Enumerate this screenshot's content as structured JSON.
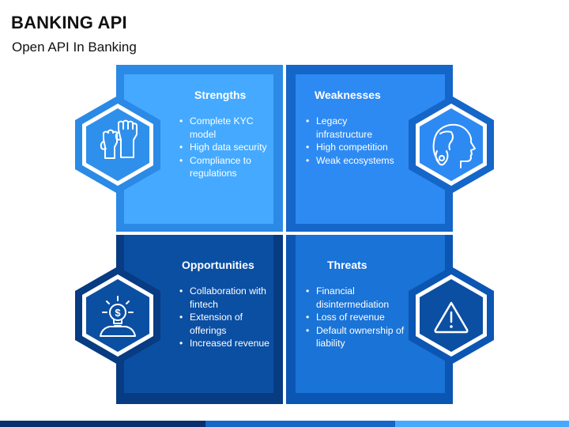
{
  "header": {
    "title": "BANKING API",
    "subtitle": "Open API In Banking"
  },
  "quadrants": {
    "strengths": {
      "heading": "Strengths",
      "items": [
        "Complete KYC model",
        "High data security",
        "Compliance to regulations"
      ],
      "icon": "raised-fists-icon"
    },
    "weaknesses": {
      "heading": "Weaknesses",
      "items": [
        "Legacy infrastructure",
        "High competition",
        "Weak ecosystems"
      ],
      "icon": "head-profile-icon"
    },
    "opportunities": {
      "heading": "Opportunities",
      "items": [
        "Collaboration with fintech",
        "Extension of offerings",
        "Increased revenue"
      ],
      "icon": "lightbulb-dollar-icon"
    },
    "threats": {
      "heading": "Threats",
      "items": [
        "Financial disintermediation",
        "Loss of revenue",
        "Default ownership of liability"
      ],
      "icon": "warning-triangle-icon"
    }
  },
  "colors": {
    "strengths": "#45aaff",
    "weaknesses": "#2e8af3",
    "opportunities": "#0b4fa3",
    "threats": "#1a73d6"
  }
}
